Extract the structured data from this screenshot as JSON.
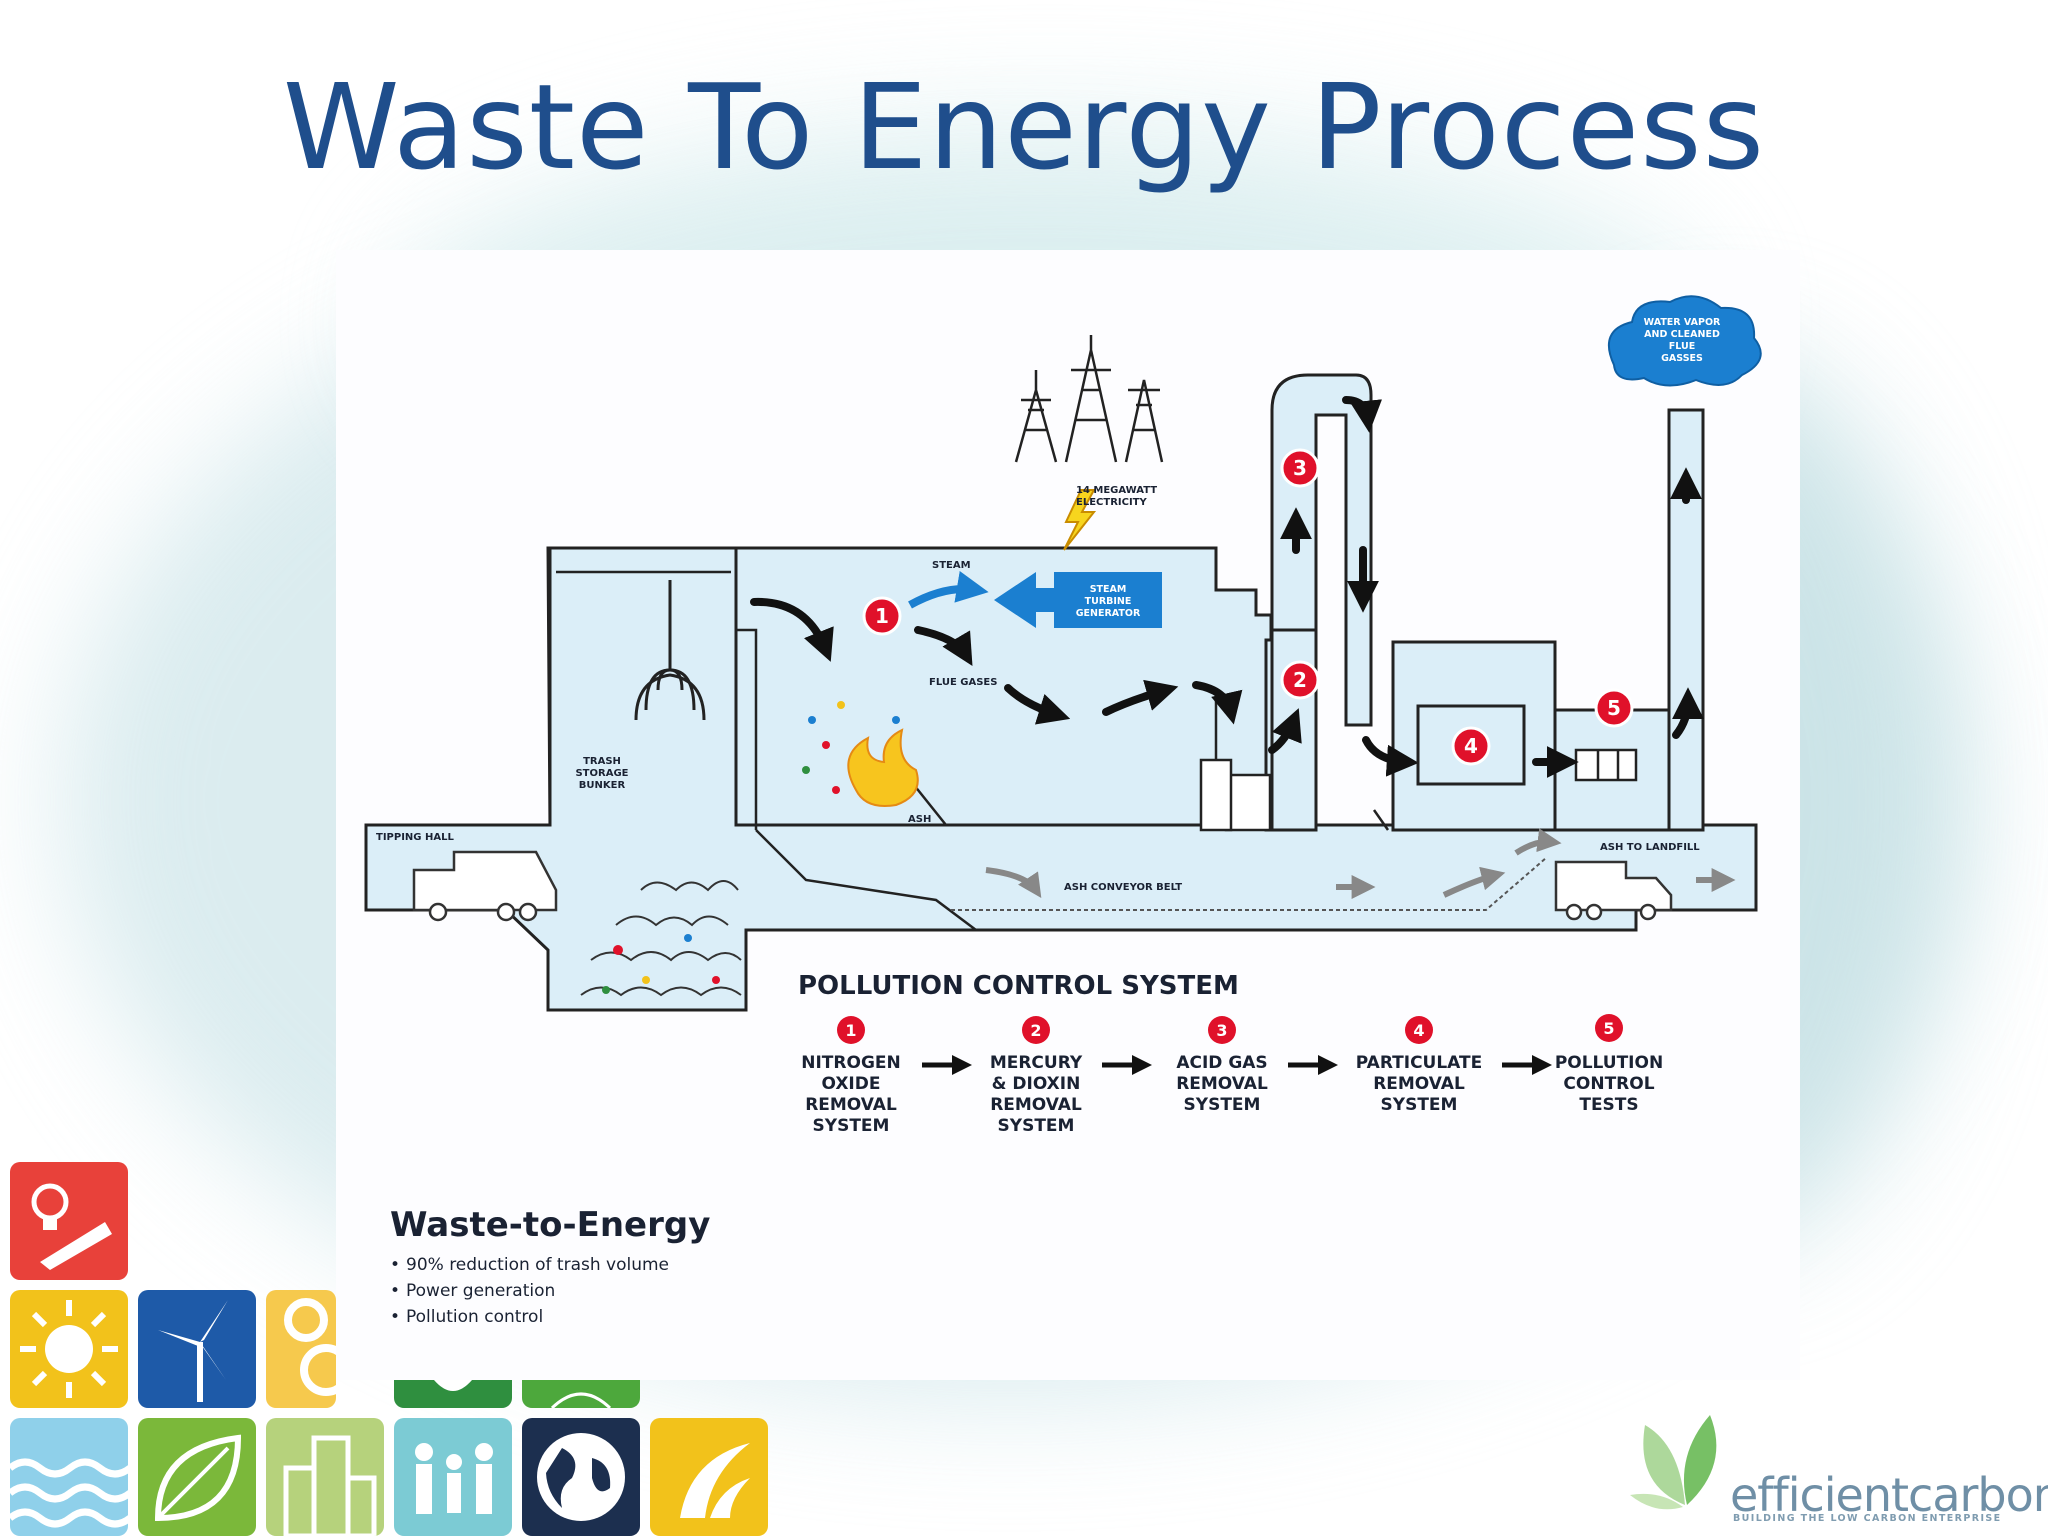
{
  "slide": {
    "title": "Waste To Energy Process"
  },
  "diagram": {
    "labels": {
      "electricity": [
        "14 MEGAWATT",
        "ELECTRICITY"
      ],
      "steam": "STEAM",
      "turbine": [
        "STEAM",
        "TURBINE",
        "GENERATOR"
      ],
      "flue_gases": "FLUE GASES",
      "trash_bunker": [
        "TRASH",
        "STORAGE",
        "BUNKER"
      ],
      "tipping_hall": "TIPPING HALL",
      "ash": "ASH",
      "ash_conveyor": "ASH CONVEYOR BELT",
      "ash_landfill": "ASH TO LANDFILL",
      "cloud": [
        "WATER VAPOR",
        "AND CLEANED",
        "FLUE",
        "GASSES"
      ]
    },
    "markers": [
      "1",
      "2",
      "3",
      "4",
      "5"
    ],
    "pollution_control": {
      "title": "POLLUTION CONTROL SYSTEM",
      "steps": [
        {
          "num": "1",
          "lines": [
            "NITROGEN",
            "OXIDE",
            "REMOVAL",
            "SYSTEM"
          ]
        },
        {
          "num": "2",
          "lines": [
            "MERCURY",
            "& DIOXIN",
            "REMOVAL",
            "SYSTEM"
          ]
        },
        {
          "num": "3",
          "lines": [
            "ACID GAS",
            "REMOVAL",
            "SYSTEM"
          ]
        },
        {
          "num": "4",
          "lines": [
            "PARTICULATE",
            "REMOVAL",
            "SYSTEM"
          ]
        },
        {
          "num": "5",
          "lines": [
            "POLLUTION",
            "CONTROL",
            "TESTS"
          ]
        }
      ]
    },
    "summary": {
      "title": "Waste-to-Energy",
      "bullets": [
        "90% reduction of trash volume",
        "Power generation",
        "Pollution control"
      ]
    }
  },
  "logo": {
    "name": "efficientcarbon",
    "tagline": "BUILDING THE LOW CARBON ENTERPRISE"
  },
  "icon_tiles": [
    {
      "icon": "lightbulb-worker-icon",
      "color": "#e8413a"
    },
    {
      "icon": "sun-icon",
      "color": "#f2c21b"
    },
    {
      "icon": "wind-turbine-icon",
      "color": "#1e5aa8"
    },
    {
      "icon": "gear-icon",
      "color": "#f6c94d"
    },
    {
      "icon": "recycle-green-icon",
      "color": "#2f8f3f"
    },
    {
      "icon": "plant-roots-icon",
      "color": "#4da83c"
    },
    {
      "icon": "water-waves-icon",
      "color": "#8fd0ea"
    },
    {
      "icon": "leaf-icon",
      "color": "#7bb83a"
    },
    {
      "icon": "city-buildings-icon",
      "color": "#b6d27c"
    },
    {
      "icon": "family-icon",
      "color": "#7ccbd4"
    },
    {
      "icon": "globe-icon",
      "color": "#1c2f4f"
    },
    {
      "icon": "swoosh-icon",
      "color": "#f2c21b"
    }
  ],
  "colors": {
    "title": "#1f4e8c",
    "plant_fill": "#dbeef8",
    "marker_red": "#e0112a",
    "turbine_blue": "#1b7fd0"
  }
}
